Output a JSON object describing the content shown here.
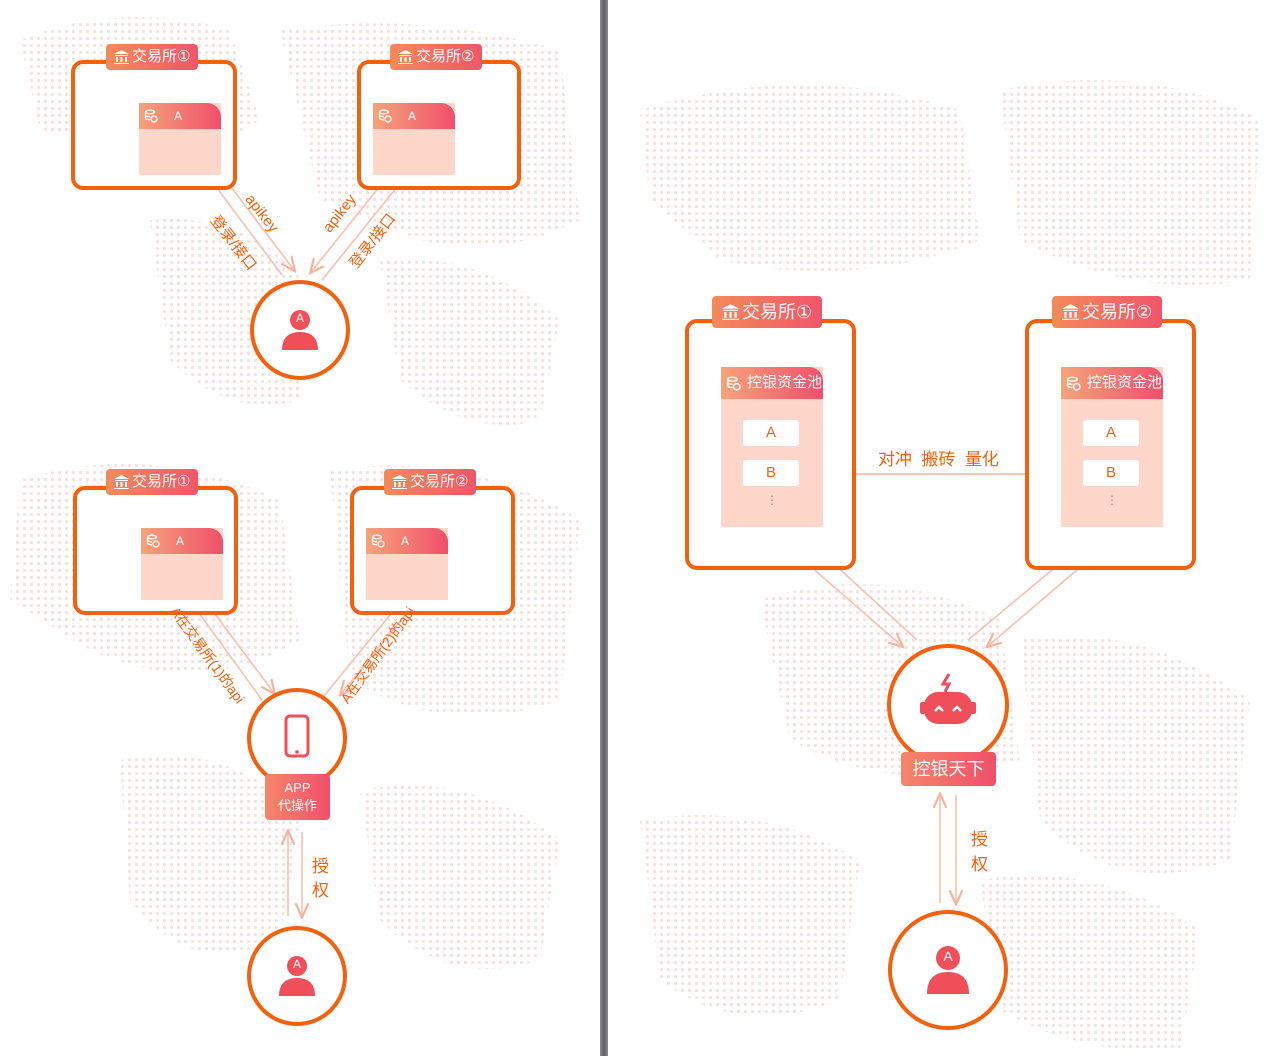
{
  "colors": {
    "accent": "#f5600d",
    "pink": "#f04f6b",
    "pool_bg": "#fed7ca",
    "divider": "#6e7176"
  },
  "diagram1": {
    "exchange1": {
      "name": "交易所①",
      "account": "A"
    },
    "exchange2": {
      "name": "交易所②",
      "account": "A"
    },
    "label_apikey_left": "apikey",
    "label_login_left": "登录/接口",
    "label_apikey_right": "apikey",
    "label_login_right": "登录/接口",
    "user": "A"
  },
  "diagram2": {
    "exchange1": {
      "name": "交易所①",
      "account": "A"
    },
    "exchange2": {
      "name": "交易所②",
      "account": "A"
    },
    "label_left": "A在交易所(1)的api",
    "label_right": "A在交易所(2)的api",
    "app_line1": "APP",
    "app_line2": "代操作",
    "auth_char1": "授",
    "auth_char2": "权",
    "user": "A"
  },
  "diagram3": {
    "exchange1": {
      "name": "交易所①",
      "pool": "控银资金池",
      "accounts": [
        "A",
        "B"
      ],
      "more": "⋮"
    },
    "exchange2": {
      "name": "交易所②",
      "pool": "控银资金池",
      "accounts": [
        "A",
        "B"
      ],
      "more": "⋮"
    },
    "middle_label": "对冲  搬砖  量化",
    "robot_name": "控银天下",
    "auth_char1": "授",
    "auth_char2": "权",
    "user": "A"
  },
  "icons": [
    "bank-icon",
    "coin-stack-icon",
    "user-icon",
    "phone-icon",
    "robot-icon",
    "arrow-icon"
  ]
}
